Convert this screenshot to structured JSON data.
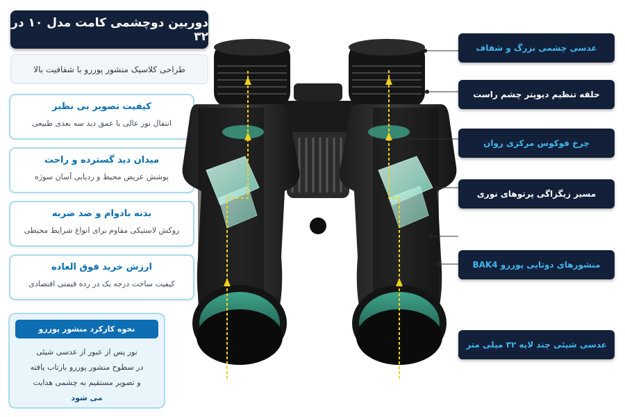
{
  "title": "دوربین دوچشمی کامت مدل ۱۰ در ۳۲",
  "subtitle": "طراحی کلاسیک منشور پوررو با شفافیت بالا",
  "features": [
    {
      "title": "کیفیت تصویر بی نظیر",
      "desc": "انتقال نور عالی با عمق دید سه بعدی طبیعی"
    },
    {
      "title": "میدان دید گسترده و راحت",
      "desc": "پوشش عریض محیط و ردیابی آسان سوژه"
    },
    {
      "title": "بدنه بادوام و ضد ضربه",
      "desc": "روکش لاستیکی مقاوم برای انواع شرایط محیطی"
    },
    {
      "title": "ارزش خرید فوق العاده",
      "desc": "کیفیت ساخت درجه یک در رده قیمتی اقتصادی"
    }
  ],
  "porro": {
    "heading": "نحوه کارکرد منشور پوررو",
    "lines": [
      "نور پس از عبور از عدسی شیئی",
      "در سطوح منشور پوررو بازتاب یافته",
      "و تصویر مستقیم به چشمی هدایت",
      "می شود"
    ]
  },
  "callouts": [
    {
      "label": "عدسی چشمی بزرگ و شفاف"
    },
    {
      "label": "حلقه تنظیم دیوپتر چشم راست"
    },
    {
      "label": "چرخ فوکوس مرکزی روان"
    },
    {
      "label": "مسیر زیگزاگی پرتوهای نوری"
    },
    {
      "label": "منشورهای دوتایی پوررو BAK4"
    },
    {
      "label": "عدسی شیئی چند لایه ۳۲ میلی متر"
    }
  ],
  "colors": {
    "navy": "#13203a",
    "accent_blue": "#3fb7ec",
    "light_ray": "#f2d21a",
    "prism_glass": "#9fe6cf"
  }
}
